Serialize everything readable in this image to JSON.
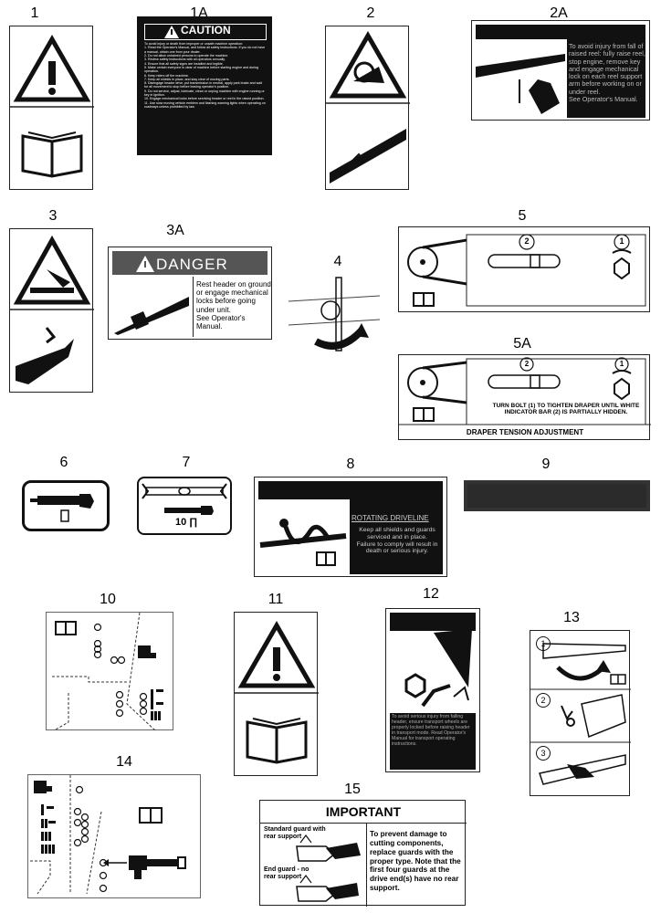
{
  "labels": {
    "n1": "1",
    "n1a": "1A",
    "n2": "2",
    "n2a": "2A",
    "n3": "3",
    "n3a": "3A",
    "n4": "4",
    "n5": "5",
    "n5a": "5A",
    "n6": "6",
    "n7": "7",
    "n8": "8",
    "n9": "9",
    "n10": "10",
    "n11": "11",
    "n12": "12",
    "n13": "13",
    "n14": "14",
    "n15": "15"
  },
  "decal_1a": {
    "header": "CAUTION",
    "body": "To avoid injury or death from improper or unsafe machine operation:\n1. Read the Operator's Manual, and follow all safety instructions. If you do not have a manual, obtain one from your dealer.\n2. Do not allow untrained persons to operate the machine.\n3. Review safety instructions with all operators annually.\n4. Ensure that all safety signs are installed and legible.\n5. Make certain everyone is clear of machine before starting engine and during operation.\n6. Keep riders off the machine.\n7. Keep all shields in place, and stay clear of moving parts.\n8. Disengage header drive, put transmission in neutral, apply park brake and wait for all movement to stop before leaving operator's position.\n9. Do not service, adjust, lubricate, clean or unplug machine with engine running or key in ignition.\n10. Engage mechanical locks before servicing header or reel in the raised position.\n11. Use slow moving vehicle emblem and flashing warning lights when operating on roadways unless prohibited by law."
  },
  "decal_2a": {
    "body": "To avoid injury from fall of raised reel: fully raise reel, stop engine, remove key and engage mechanical lock on each reel support arm before working on or under reel.\nSee Operator's Manual."
  },
  "decal_3a": {
    "header": "DANGER",
    "body": "Rest header on ground or engage mechanical locks before going under unit.\nSee Operator's Manual."
  },
  "decal_5": {
    "bolt_no": "1",
    "bar_no": "2"
  },
  "decal_5a": {
    "bolt_no": "1",
    "bar_no": "2",
    "instruction": "TURN BOLT (1) TO TIGHTEN DRAPER UNTIL WHITE INDICATOR BAR (2) IS PARTIALLY HIDDEN.",
    "footer": "DRAPER TENSION ADJUSTMENT"
  },
  "decal_7": {
    "value": "10 ∏"
  },
  "decal_8": {
    "header": "ROTATING DRIVELINE",
    "body": "Keep all shields and guards serviced and in place.\nFailure to comply will result in death or serious injury."
  },
  "decal_12": {
    "body": "To avoid serious injury from falling header, ensure transport wheels are properly locked before raising header in transport mode. Read Operator's Manual for transport operating instructions."
  },
  "decal_13": {
    "steps": [
      "1",
      "2",
      "3"
    ]
  },
  "decal_15": {
    "header": "IMPORTANT",
    "std_label": "Standard guard with\nrear support",
    "end_label": "End guard - no\nrear support",
    "body": "To prevent damage to cutting components, replace guards with the proper type. Note that the first four guards at the drive end(s) have no rear support."
  }
}
